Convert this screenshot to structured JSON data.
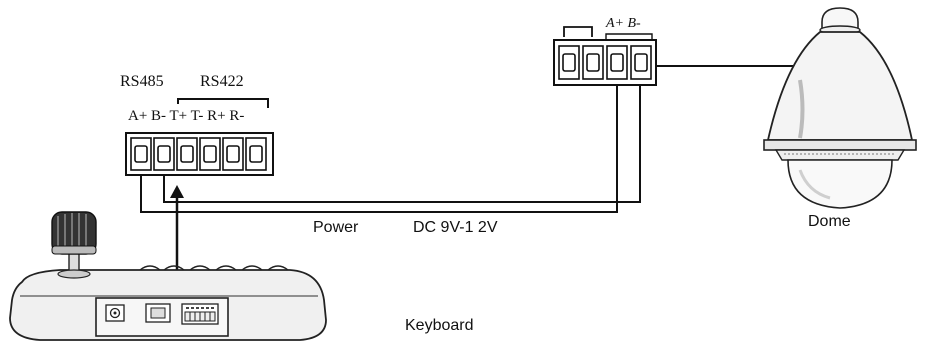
{
  "labels": {
    "rs485": "RS485",
    "rs422": "RS422",
    "left_terminal_pins": "A+ B- T+ T- R+ R-",
    "dome_terminal_pins": "A+ B-",
    "power": "Power",
    "dc_voltage": "DC 9V-1 2V",
    "dome": "Dome",
    "keyboard": "Keyboard"
  },
  "colors": {
    "line": "#111111",
    "dome_body": "#f4f4f4",
    "keyboard_body": "#f0f0f0",
    "terminal_fill": "#ffffff"
  }
}
